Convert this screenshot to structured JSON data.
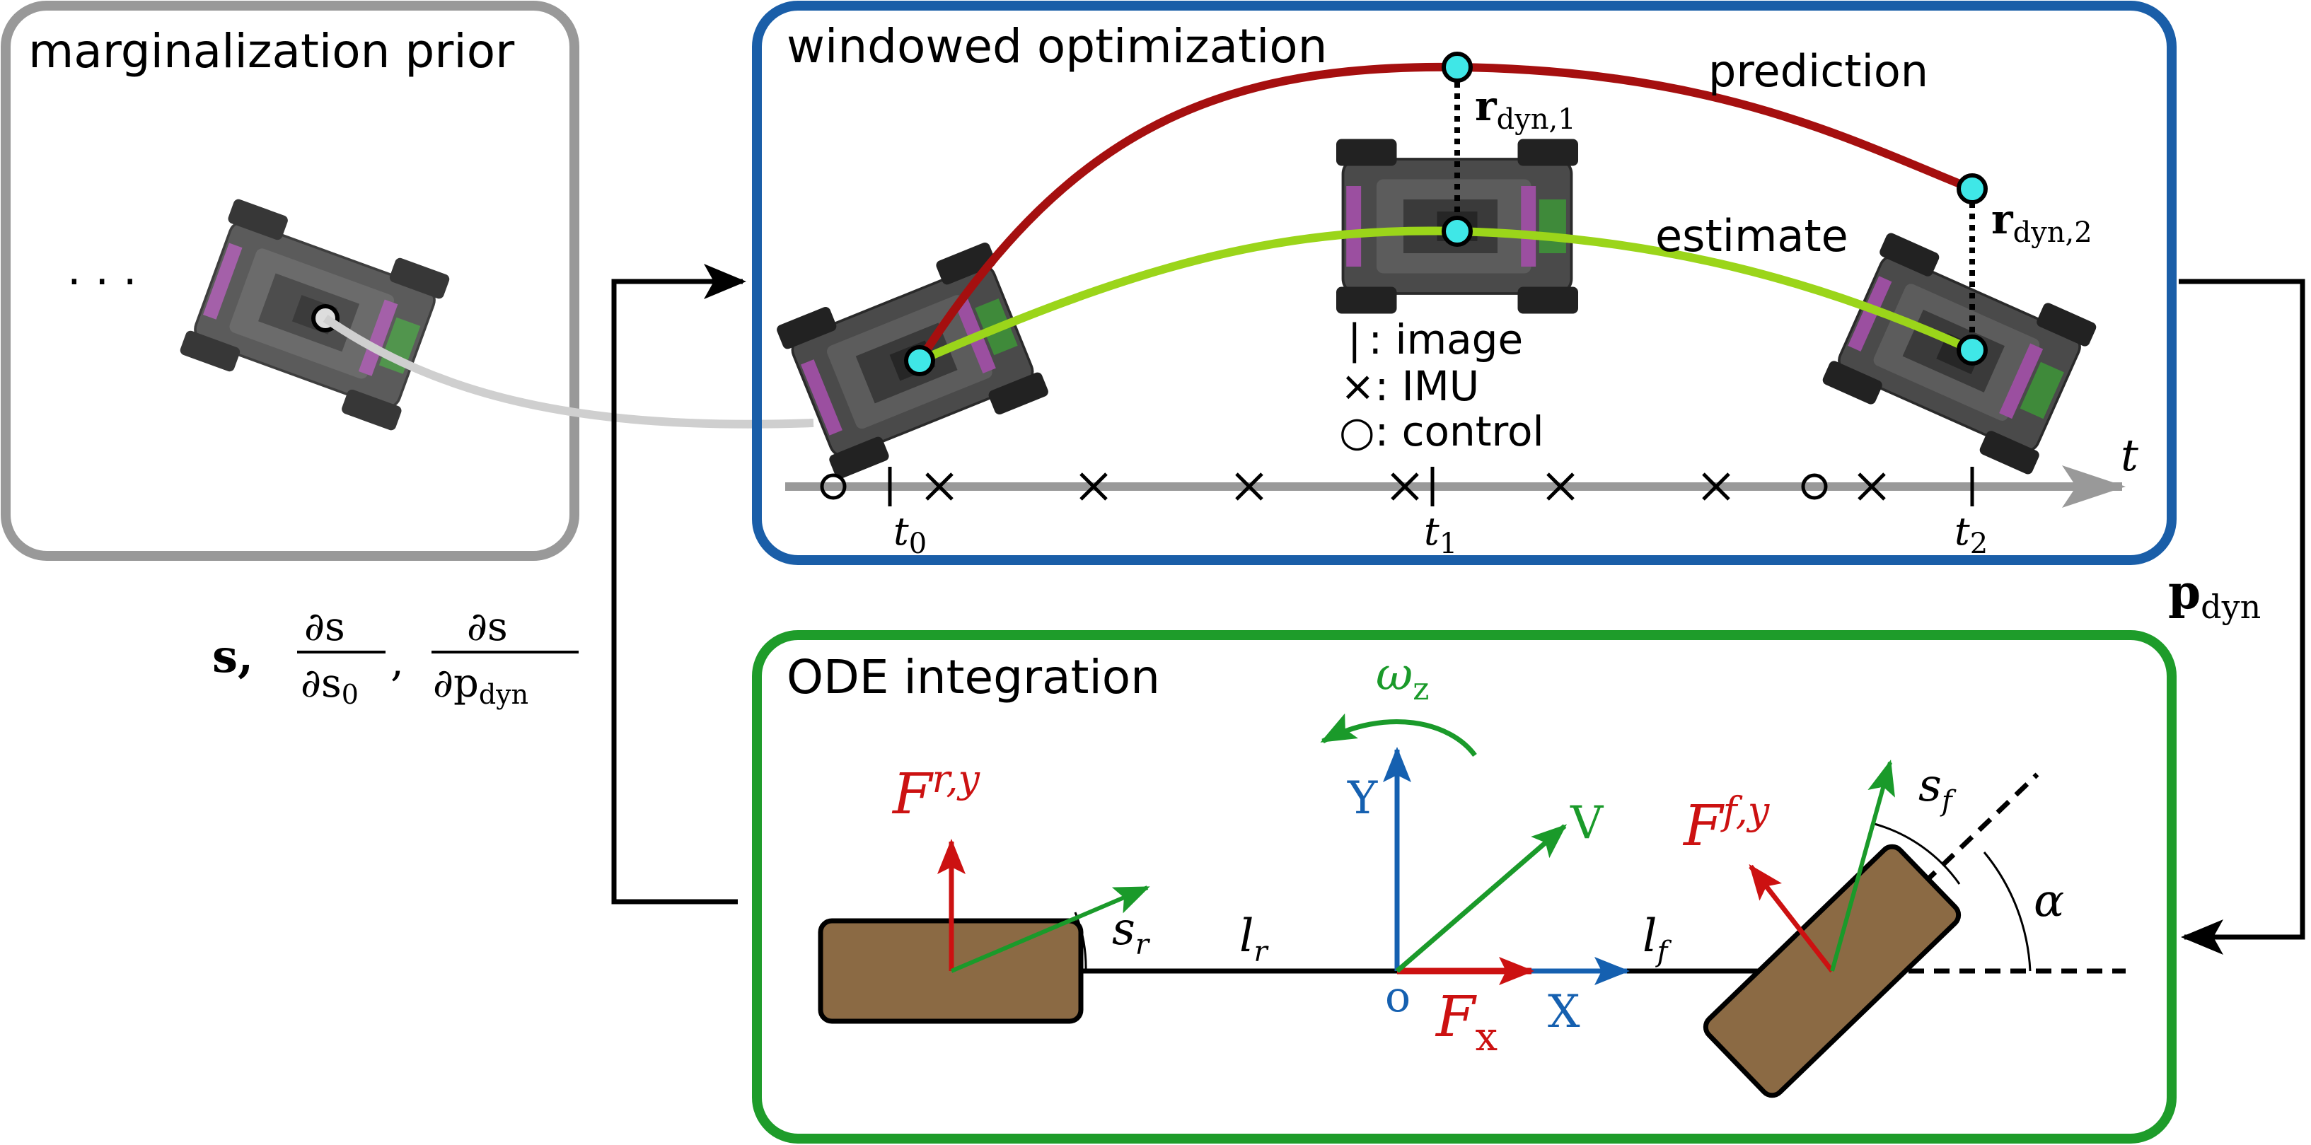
{
  "marginalization_box": {
    "title": "marginalization prior",
    "ellipsis": "· · ·"
  },
  "window_box": {
    "title": "windowed optimization",
    "prediction_label": "prediction",
    "estimate_label": "estimate",
    "residual_1": {
      "main": "r",
      "sub": "dyn,1"
    },
    "residual_2": {
      "main": "r",
      "sub": "dyn,2"
    },
    "legend": [
      {
        "symbol": "|",
        "text": ": image"
      },
      {
        "symbol": "×",
        "text": ": IMU"
      },
      {
        "symbol": "○",
        "text": ": control"
      }
    ],
    "time_axis_label": "t",
    "time_ticks": [
      {
        "main": "t",
        "sub": "0"
      },
      {
        "main": "t",
        "sub": "1"
      },
      {
        "main": "t",
        "sub": "2"
      }
    ]
  },
  "ode_box": {
    "title": "ODE integration",
    "omega": {
      "main": "ω",
      "sub": "z"
    },
    "Y": "Y",
    "V": "V",
    "origin": "o",
    "X": "X",
    "Fx": {
      "main": "F",
      "sub": "x"
    },
    "Fry": {
      "main": "F",
      "sub": "r,y"
    },
    "Ffy": {
      "main": "F",
      "sub": "f,y"
    },
    "sr": {
      "main": "s",
      "sub": "r"
    },
    "sf": {
      "main": "s",
      "sub": "f"
    },
    "lr": {
      "main": "l",
      "sub": "r"
    },
    "lf": {
      "main": "l",
      "sub": "f"
    },
    "alpha": "α"
  },
  "arrows": {
    "p_dyn": {
      "main": "p",
      "sub": "dyn"
    },
    "sensitivities": {
      "s": "s,",
      "frac1_num": "∂s",
      "frac1_den_main": "∂s",
      "frac1_den_sub": "0",
      "comma": ",",
      "frac2_num": "∂s",
      "frac2_den_main": "∂p",
      "frac2_den_sub": "dyn"
    }
  },
  "colors": {
    "gray_box": "#999999",
    "blue_box": "#1a5ea8",
    "green_box": "#1e9c2a",
    "prediction": "#a50f0f",
    "estimate": "#9bd51a",
    "node": "#3fe7e7",
    "red_vec": "#cc1111",
    "blue_vec": "#1560b0",
    "green_vec": "#1a9a2a",
    "wheel": "#8b6a44"
  }
}
